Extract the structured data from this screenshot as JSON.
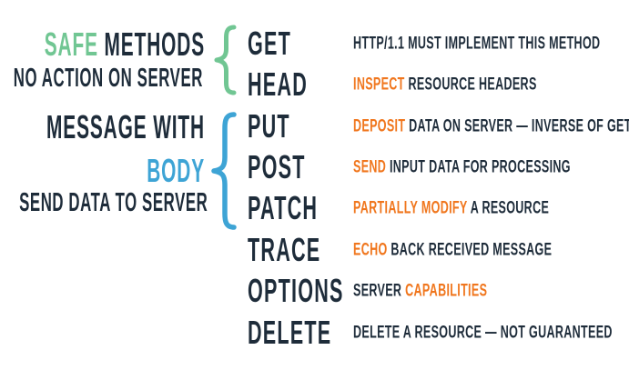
{
  "palette": {
    "dark_navy": "#1e2c3a",
    "green": "#71c693",
    "blue": "#3ea4d5",
    "orange": "#f0761d",
    "background": "#ffffff"
  },
  "groups": {
    "safe": {
      "title_highlight": "SAFE",
      "title_rest": " METHODS",
      "subtitle": "NO ACTION ON SERVER"
    },
    "body": {
      "title_line1": "MESSAGE WITH",
      "title_highlight": "BODY",
      "subtitle": "SEND DATA TO SERVER"
    }
  },
  "rows": [
    {
      "method": "GET",
      "pre": "HTTP/1.1 MUST IMPLEMENT THIS METHOD",
      "hi": "",
      "post": ""
    },
    {
      "method": "HEAD",
      "pre": "",
      "hi": "INSPECT",
      "post": " RESOURCE HEADERS"
    },
    {
      "method": "PUT",
      "pre": "",
      "hi": "DEPOSIT",
      "post": " DATA ON SERVER — INVERSE OF GET"
    },
    {
      "method": "POST",
      "pre": "",
      "hi": "SEND",
      "post": " INPUT DATA FOR PROCESSING"
    },
    {
      "method": "PATCH",
      "pre": "",
      "hi": "PARTIALLY MODIFY",
      "post": " A RESOURCE"
    },
    {
      "method": "TRACE",
      "pre": "",
      "hi": "ECHO",
      "post": " BACK RECEIVED MESSAGE"
    },
    {
      "method": "OPTIONS",
      "pre": "SERVER ",
      "hi": "CAPABILITIES",
      "post": ""
    },
    {
      "method": "DELETE",
      "pre": "DELETE A RESOURCE — NOT GUARANTEED",
      "hi": "",
      "post": ""
    }
  ]
}
